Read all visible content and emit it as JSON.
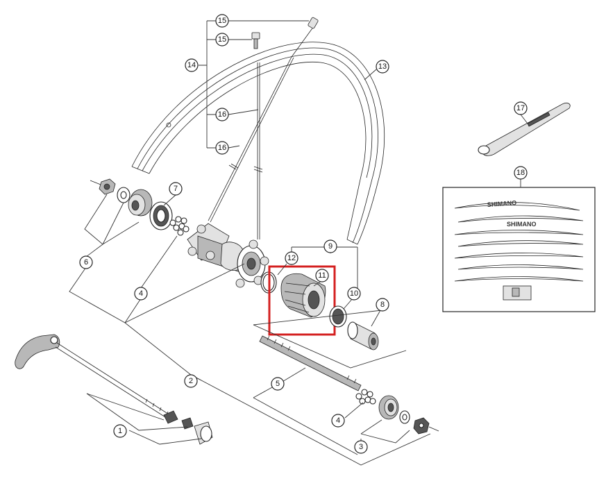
{
  "callouts": {
    "c1": "1",
    "c2": "2",
    "c3": "3",
    "c4a": "4",
    "c4b": "4",
    "c5": "5",
    "c6": "6",
    "c7": "7",
    "c8": "8",
    "c9": "9",
    "c10": "10",
    "c11": "11",
    "c12": "12",
    "c13": "13",
    "c14": "14",
    "c15a": "15",
    "c15b": "15",
    "c16a": "16",
    "c16b": "16",
    "c17": "17",
    "c18": "18"
  },
  "decals": {
    "brand_a": "SHIMANO",
    "brand_b": "SHIMANO"
  },
  "colors": {
    "highlight": "#d42020",
    "line": "#222222"
  }
}
